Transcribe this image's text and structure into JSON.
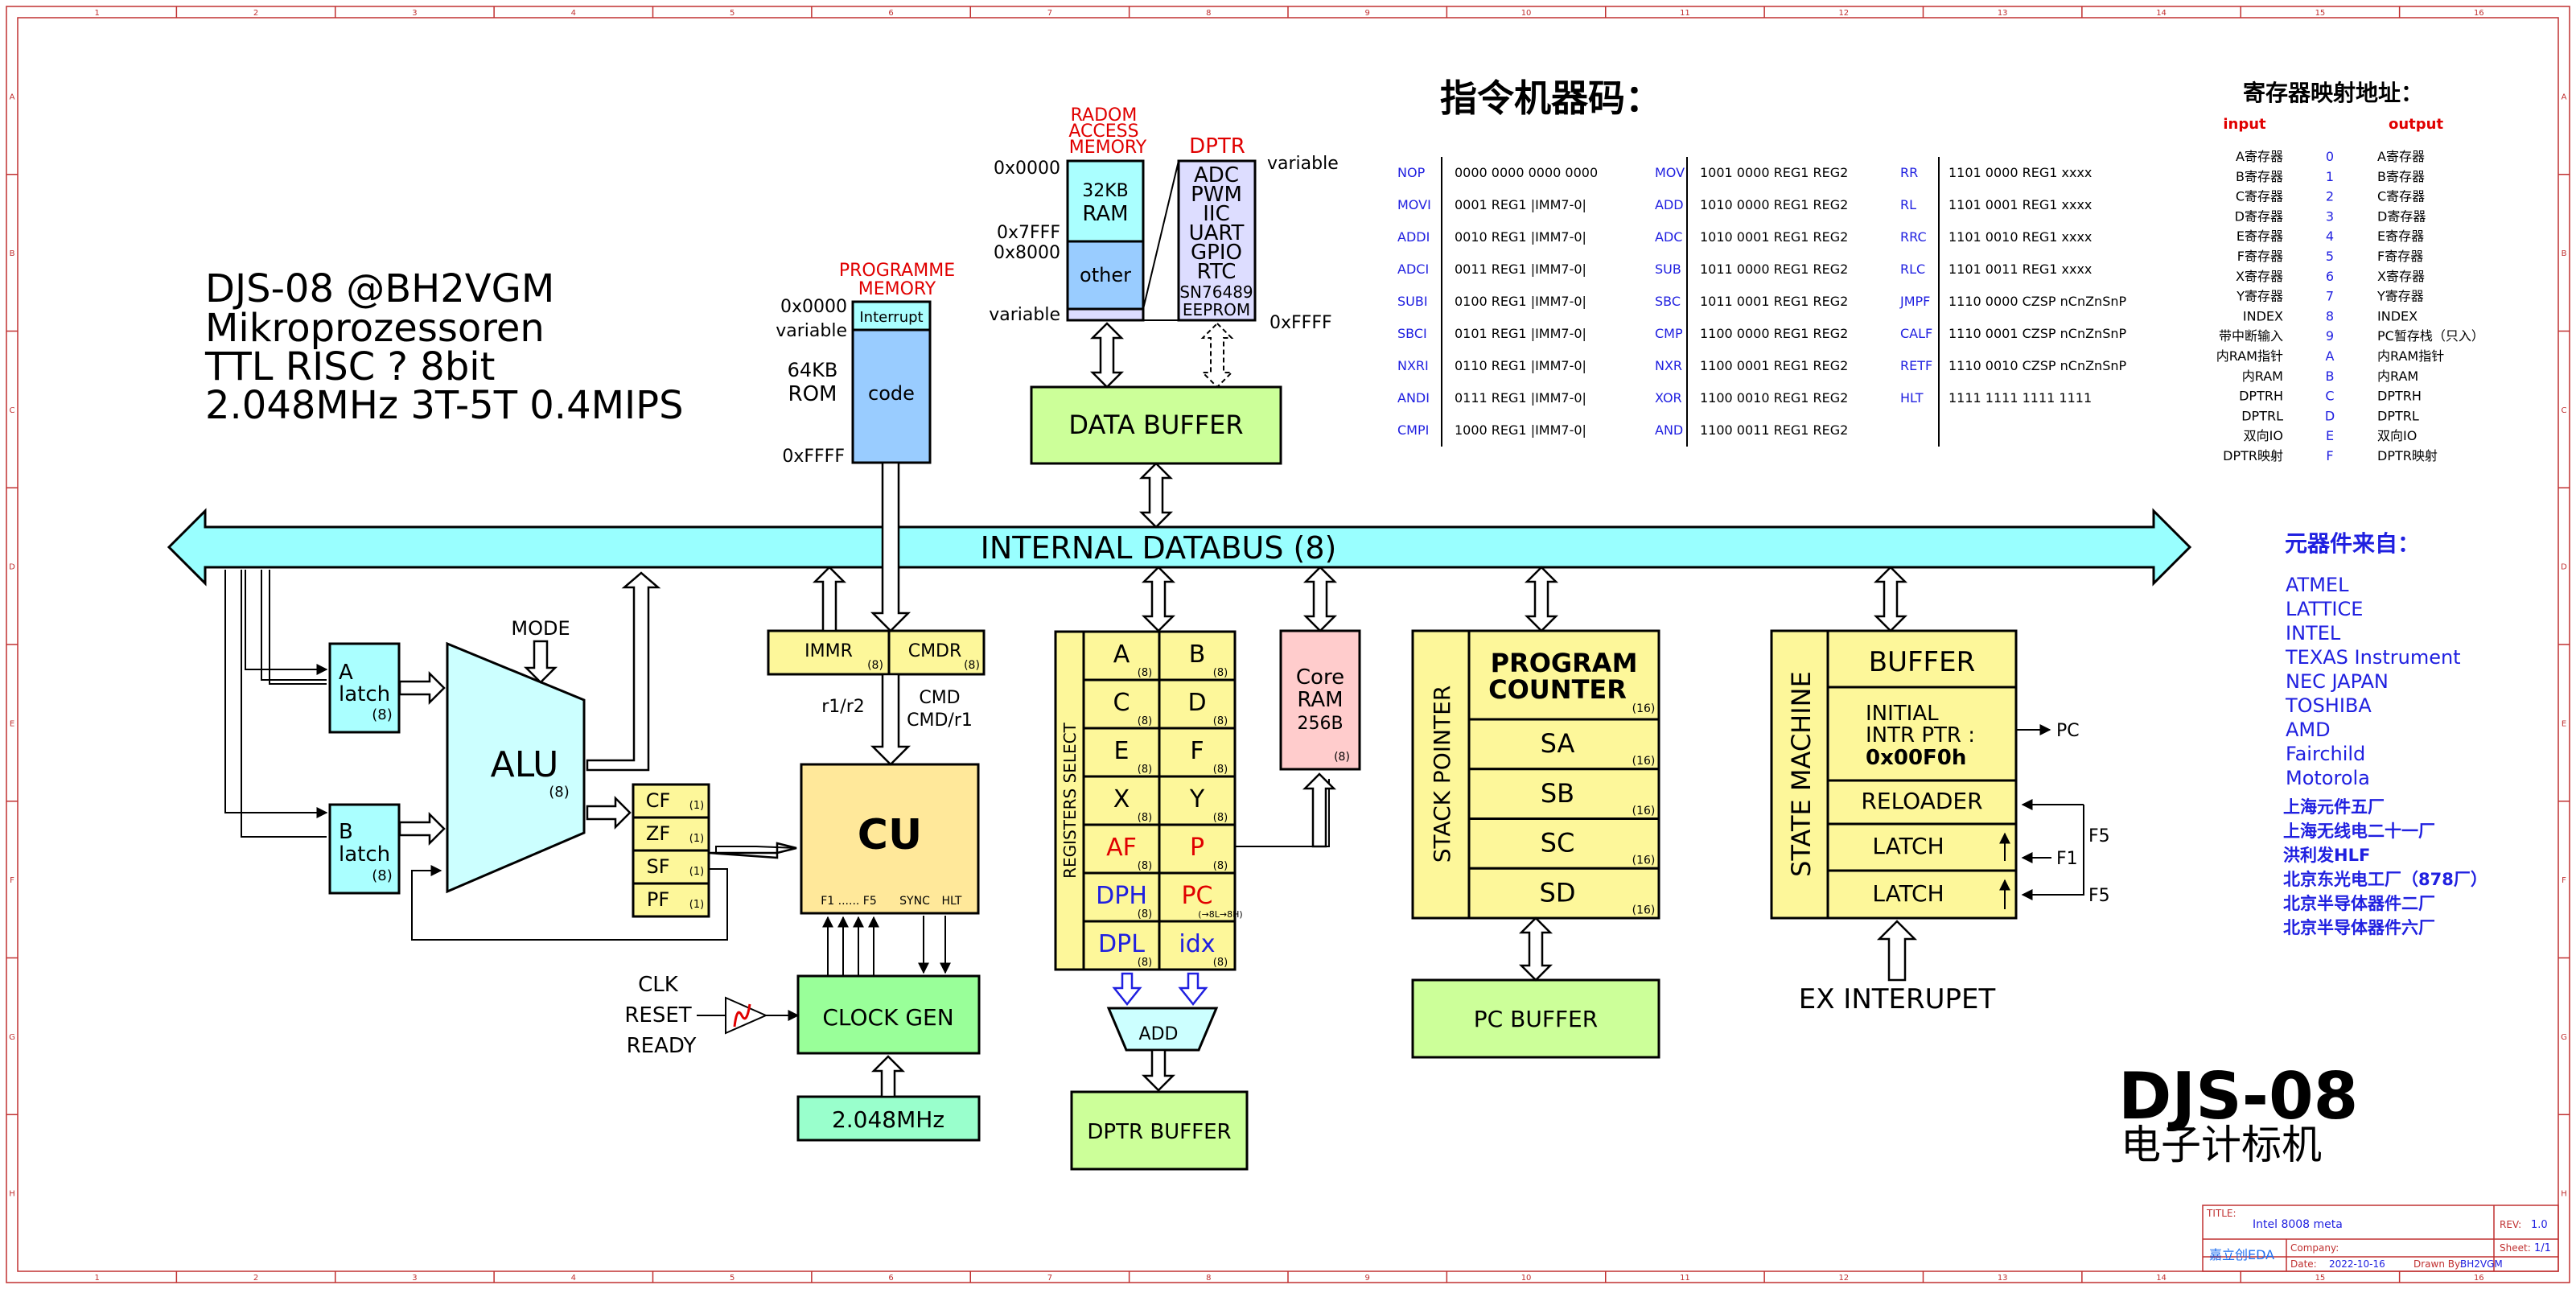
{
  "title_block": {
    "line1": "DJS-08 @BH2VGM",
    "line2": "Mikroprozessoren",
    "line3": "TTL RISC ?  8bit",
    "line4": "2.048MHz 3T-5T 0.4MIPS"
  },
  "brand": {
    "name": "DJS-08",
    "subtitle": "电子计标机"
  },
  "bus": {
    "label": "INTERNAL DATABUS (8)"
  },
  "programme_memory": {
    "title1": "PROGRAMME",
    "title2": "MEMORY",
    "addr_start": "0x0000",
    "variable": "variable",
    "addr_end": "0xFFFF",
    "size1": "64KB",
    "size2": "ROM",
    "interrupt": "Interrupt",
    "code": "code"
  },
  "ram": {
    "title1": "RADOM",
    "title2": "ACCESS",
    "title3": "MEMORY",
    "addr_0": "0x0000",
    "addr_7fff": "0x7FFF",
    "addr_8000": "0x8000",
    "variable": "variable",
    "size": "32KB",
    "type": "RAM",
    "other": "other"
  },
  "dptr": {
    "title": "DPTR",
    "variable": "variable",
    "end": "0xFFFF",
    "items": [
      "ADC",
      "PWM",
      "IIC",
      "UART",
      "GPIO",
      "RTC",
      "SN76489",
      "EEPROM"
    ]
  },
  "data_buffer": "DATA BUFFER",
  "alu": {
    "mode": "MODE",
    "label": "ALU",
    "width": "(8)",
    "a_latch": "A",
    "a_latch2": "latch",
    "b_latch": "B",
    "b_latch2": "latch",
    "w8": "(8)",
    "flags": [
      {
        "name": "CF",
        "w": "(1)"
      },
      {
        "name": "ZF",
        "w": "(1)"
      },
      {
        "name": "SF",
        "w": "(1)"
      },
      {
        "name": "PF",
        "w": "(1)"
      }
    ]
  },
  "immr": {
    "label": "IMMR",
    "w": "(8)"
  },
  "cmdr": {
    "label": "CMDR",
    "w": "(8)"
  },
  "r1r2": "r1/r2",
  "cmd": {
    "l1": "CMD",
    "l2": "CMD/r1"
  },
  "cu": {
    "label": "CU",
    "f1f5": "F1 ...... F5",
    "sync": "SYNC",
    "hlt": "HLT"
  },
  "clock": {
    "clk": "CLK",
    "reset": "RESET",
    "ready": "READY",
    "gen": "CLOCK GEN",
    "freq": "2.048MHz"
  },
  "registers": {
    "select": "REGISTERS SELECT",
    "cells": [
      {
        "name": "A",
        "w": "(8)"
      },
      {
        "name": "B",
        "w": "(8)"
      },
      {
        "name": "C",
        "w": "(8)"
      },
      {
        "name": "D",
        "w": "(8)"
      },
      {
        "name": "E",
        "w": "(8)"
      },
      {
        "name": "F",
        "w": "(8)"
      },
      {
        "name": "X",
        "w": "(8)"
      },
      {
        "name": "Y",
        "w": "(8)"
      },
      {
        "name": "AF",
        "w": "(8)"
      },
      {
        "name": "P",
        "w": "(8)"
      },
      {
        "name": "DPH",
        "w": "(8)"
      },
      {
        "name": "PC",
        "w": "(→8L→8H)"
      },
      {
        "name": "DPL",
        "w": "(8)"
      },
      {
        "name": "idx",
        "w": "(8)"
      }
    ]
  },
  "add": "ADD",
  "dptr_buffer": "DPTR BUFFER",
  "core_ram": {
    "l1": "Core",
    "l2": "RAM",
    "l3": "256B",
    "w": "(8)"
  },
  "stack": {
    "pointer": "STACK POINTER",
    "pc1": "PROGRAM",
    "pc2": "COUNTER",
    "pc_w": "(16)",
    "rows": [
      {
        "name": "SA",
        "w": "(16)"
      },
      {
        "name": "SB",
        "w": "(16)"
      },
      {
        "name": "SC",
        "w": "(16)"
      },
      {
        "name": "SD",
        "w": "(16)"
      }
    ],
    "pc_buffer": "PC BUFFER"
  },
  "state": {
    "label": "STATE MACHINE",
    "buffer": "BUFFER",
    "initial1": "INITIAL",
    "initial2": "INTR PTR :",
    "initial3": "0x00F0h",
    "reloader": "RELOADER",
    "latch": "LATCH",
    "pc": "PC",
    "f5": "F5",
    "f1": "F1",
    "ex": "EX INTERUPET"
  },
  "opcodes": {
    "title": "指令机器码：",
    "col1": [
      {
        "m": "NOP",
        "c": "0000 0000 0000 0000"
      },
      {
        "m": "MOVI",
        "c": "0001 REG1   |IMM7-0|"
      },
      {
        "m": "ADDI",
        "c": "0010 REG1   |IMM7-0|"
      },
      {
        "m": "ADCI",
        "c": "0011 REG1   |IMM7-0|"
      },
      {
        "m": "SUBI",
        "c": "0100 REG1   |IMM7-0|"
      },
      {
        "m": "SBCI",
        "c": "0101 REG1   |IMM7-0|"
      },
      {
        "m": "NXRI",
        "c": "0110 REG1   |IMM7-0|"
      },
      {
        "m": "ANDI",
        "c": "0111 REG1   |IMM7-0|"
      },
      {
        "m": "CMPI",
        "c": "1000 REG1   |IMM7-0|"
      }
    ],
    "col2": [
      {
        "m": "MOV",
        "c": "1001 0000 REG1 REG2"
      },
      {
        "m": "ADD",
        "c": "1010 0000 REG1 REG2"
      },
      {
        "m": "ADC",
        "c": "1010 0001 REG1 REG2"
      },
      {
        "m": "SUB",
        "c": "1011 0000 REG1 REG2"
      },
      {
        "m": "SBC",
        "c": "1011 0001 REG1 REG2"
      },
      {
        "m": "CMP",
        "c": "1100 0000 REG1 REG2"
      },
      {
        "m": "NXR",
        "c": "1100 0001 REG1 REG2"
      },
      {
        "m": "XOR",
        "c": "1100 0010 REG1 REG2"
      },
      {
        "m": "AND",
        "c": "1100 0011 REG1 REG2"
      }
    ],
    "col3": [
      {
        "m": "RR",
        "c": "1101 0000 REG1 xxxx"
      },
      {
        "m": "RL",
        "c": "1101 0001 REG1 xxxx"
      },
      {
        "m": "RRC",
        "c": "1101 0010 REG1 xxxx"
      },
      {
        "m": "RLC",
        "c": "1101 0011 REG1 xxxx"
      },
      {
        "m": "JMPF",
        "c": "1110 0000 CZSP nCnZnSnP"
      },
      {
        "m": "CALF",
        "c": "1110 0001 CZSP nCnZnSnP"
      },
      {
        "m": "RETF",
        "c": "1110 0010 CZSP nCnZnSnP"
      },
      {
        "m": "HLT",
        "c": "1111 1111 1111 1111"
      }
    ]
  },
  "regmap": {
    "title": "寄存器映射地址：",
    "input": "input",
    "output": "output",
    "rows": [
      {
        "i": "A寄存器",
        "n": "0",
        "o": "A寄存器"
      },
      {
        "i": "B寄存器",
        "n": "1",
        "o": "B寄存器"
      },
      {
        "i": "C寄存器",
        "n": "2",
        "o": "C寄存器"
      },
      {
        "i": "D寄存器",
        "n": "3",
        "o": "D寄存器"
      },
      {
        "i": "E寄存器",
        "n": "4",
        "o": "E寄存器"
      },
      {
        "i": "F寄存器",
        "n": "5",
        "o": "F寄存器"
      },
      {
        "i": "X寄存器",
        "n": "6",
        "o": "X寄存器"
      },
      {
        "i": "Y寄存器",
        "n": "7",
        "o": "Y寄存器"
      },
      {
        "i": "INDEX",
        "n": "8",
        "o": "INDEX"
      },
      {
        "i": "带中断输入",
        "n": "9",
        "o": "PC暂存栈（只入）"
      },
      {
        "i": "内RAM指针",
        "n": "A",
        "o": "内RAM指针"
      },
      {
        "i": "内RAM",
        "n": "B",
        "o": "内RAM"
      },
      {
        "i": "DPTRH",
        "n": "C",
        "o": "DPTRH"
      },
      {
        "i": "DPTRL",
        "n": "D",
        "o": "DPTRL"
      },
      {
        "i": "双向IO",
        "n": "E",
        "o": "双向IO"
      },
      {
        "i": "DPTR映射",
        "n": "F",
        "o": "DPTR映射"
      }
    ]
  },
  "parts": {
    "title": "元器件来自：",
    "vendors": [
      "ATMEL",
      "LATTICE",
      "INTEL",
      "TEXAS Instrument",
      "NEC JAPAN",
      "TOSHIBA",
      "AMD",
      "Fairchild",
      "Motorola"
    ],
    "cn_vendors": [
      "上海元件五厂",
      "上海无线电二十一厂",
      "洪利发HLF",
      "北京东光电工厂（878厂）",
      "北京半导体器件二厂",
      "北京半导体器件六厂"
    ]
  },
  "sheet": {
    "title_label": "TITLE:",
    "title": "Intel 8008 meta",
    "rev_label": "REV:",
    "rev": "1.0",
    "company_label": "Company:",
    "company": "",
    "sheet_label": "Sheet:",
    "sheet": "1/1",
    "date_label": "Date:",
    "date": "2022-10-16",
    "drawn_label": "Drawn By:",
    "drawn": "BH2VGM",
    "logo": "嘉立创EDA"
  },
  "frame_cols": [
    "1",
    "2",
    "3",
    "4",
    "5",
    "6",
    "7",
    "8",
    "9",
    "10",
    "11",
    "12",
    "13",
    "14",
    "15",
    "16"
  ],
  "frame_rows": [
    "A",
    "B",
    "C",
    "D",
    "E",
    "F",
    "G",
    "H"
  ]
}
